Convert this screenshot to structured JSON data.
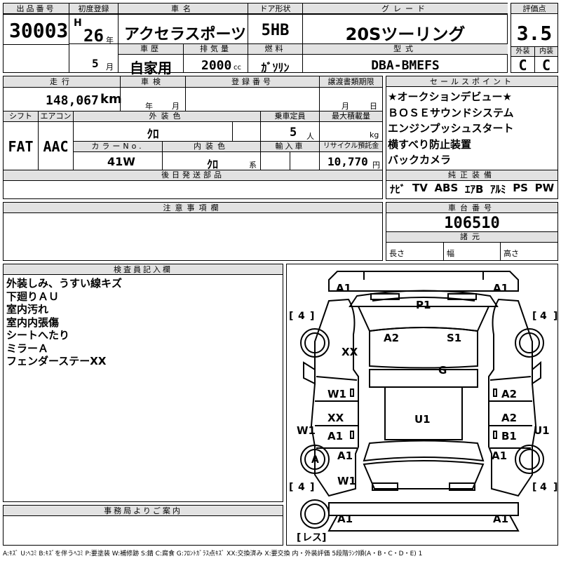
{
  "lot": {
    "label": "出品番号",
    "value": "30003"
  },
  "first_reg": {
    "label": "初度登録",
    "era": "H",
    "year": "26",
    "year_unit": "年",
    "month": "5",
    "month_unit": "月"
  },
  "car_name": {
    "label": "車名",
    "value": "アクセラスポーツ"
  },
  "door": {
    "label": "ドア形状",
    "value": "5HB"
  },
  "grade": {
    "label": "グレード",
    "value": "20Sツーリング"
  },
  "score": {
    "label": "評価点",
    "value": "3.5",
    "ext_label": "外装",
    "ext_value": "C",
    "int_label": "内装",
    "int_value": "C"
  },
  "history": {
    "label": "車歴",
    "value": "自家用"
  },
  "displacement": {
    "label": "排気量",
    "value": "2000",
    "unit": "cc"
  },
  "fuel": {
    "label": "燃料",
    "value": "ｶﾞｿﾘﾝ"
  },
  "model": {
    "label": "型式",
    "value": "DBA-BMEFS"
  },
  "mileage": {
    "label": "走行",
    "value": "148,067",
    "unit": "km"
  },
  "inspection": {
    "label": "車検",
    "year_unit": "年",
    "month_unit": "月"
  },
  "reg_no": {
    "label": "登録番号"
  },
  "transfer": {
    "label": "譲渡書類期限",
    "month_unit": "月",
    "day_unit": "日"
  },
  "shift": {
    "label": "シフト",
    "value": "FAT"
  },
  "aircon": {
    "label": "エアコン",
    "value": "AAC"
  },
  "ext_color": {
    "label": "外装色",
    "value": "ｸﾛ"
  },
  "capacity": {
    "label": "乗車定員",
    "value": "5",
    "unit": "人"
  },
  "max_load": {
    "label": "最大積載量",
    "unit": "kg"
  },
  "color_no": {
    "label": "カラーNo.",
    "value": "41W"
  },
  "int_color": {
    "label": "内装色",
    "value": "ｸﾛ",
    "unit": "系"
  },
  "import": {
    "label": "輸入車"
  },
  "recycle": {
    "label": "リサイクル預託金",
    "value": "10,770",
    "unit": "円"
  },
  "later_parts": {
    "label": "後日発送部品"
  },
  "notes": {
    "label": "注意事項欄"
  },
  "sales_points": {
    "label": "セールスポイント",
    "items": [
      "★オークションデビュー★",
      "ＢＯＳＥサウンドシステム",
      "エンジンプッシュスタート",
      "横すべり防止装置",
      "バックカメラ"
    ]
  },
  "equipment": {
    "label": "純正装備",
    "items": [
      "ﾅﾋﾞ",
      "TV",
      "ABS",
      "ｴｱB",
      "ｱﾙﾐ",
      "PS",
      "PW"
    ]
  },
  "chassis": {
    "label": "車台番号",
    "value": "106510"
  },
  "specs": {
    "label": "諸元",
    "length": "長さ",
    "width": "幅",
    "height": "高さ"
  },
  "inspector": {
    "label": "検査員記入欄",
    "lines": [
      "外装しみ、うすい線キズ",
      "下廻りＡＵ",
      "室内汚れ",
      "室内内張傷",
      "シートへたり",
      "ミラーＡ",
      "フェンダーステーXX"
    ]
  },
  "office": {
    "label": "事務局よりご案内"
  },
  "diagram": {
    "marks": [
      "A1",
      "A1",
      "P1",
      "A2",
      "S1",
      "XX",
      "G",
      "W1",
      "A2",
      "XX",
      "A1",
      "U1",
      "A2",
      "B1",
      "W1",
      "U1",
      "A1",
      "A1",
      "W1",
      "A1",
      "A1"
    ],
    "tires": [
      "4",
      "4",
      "4",
      "4"
    ],
    "spare": "レス",
    "tire_circle_label": "A"
  },
  "legend": "A:ｷｽﾞ U:ﾍｺﾐ B:ｷｽﾞを伴うﾍｺﾐ P:要塗装 W:補修跡 S:錆 C:腐食 G:ﾌﾛﾝﾄｶﾞﾗｽ点ｷｽﾞ XX:交換済み X:要交換 内・外装評価 5段階ﾗﾝｸ順(A・B・C・D・E) 1"
}
